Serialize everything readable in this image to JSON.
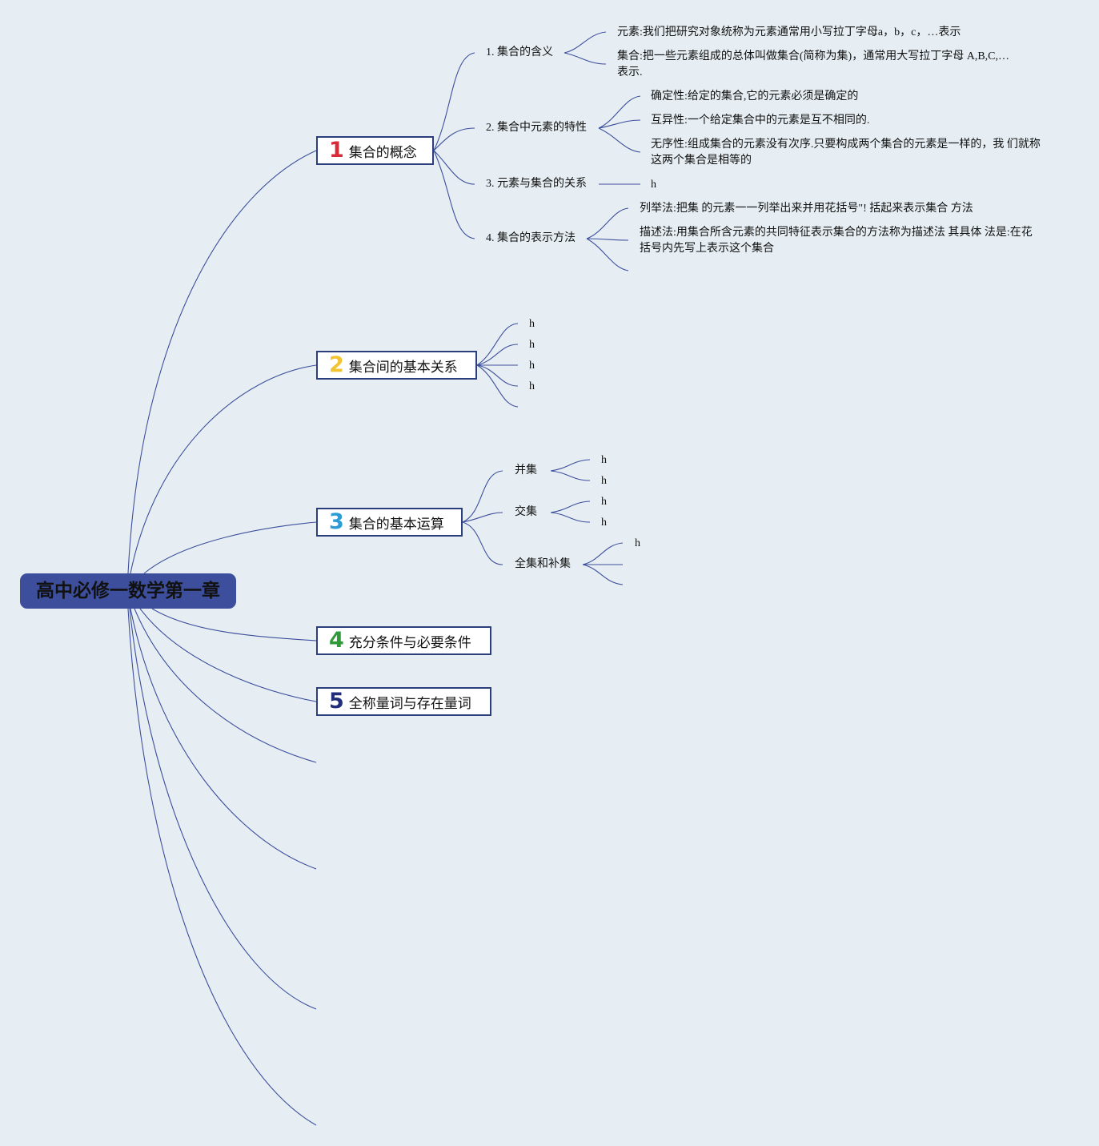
{
  "root": {
    "title": "高中必修一数学第一章"
  },
  "topics": [
    {
      "num": "1",
      "num_color": "#d62c3a",
      "label": "集合的概念"
    },
    {
      "num": "2",
      "num_color": "#f2c431",
      "label": "集合间的基本关系"
    },
    {
      "num": "3",
      "num_color": "#2d9bd6",
      "label": "集合的基本运算"
    },
    {
      "num": "4",
      "num_color": "#2f9a3a",
      "label": "充分条件与必要条件"
    },
    {
      "num": "5",
      "num_color": "#1f2d7a",
      "label": "全称量词与存在量词"
    }
  ],
  "concept": {
    "subtopics": [
      "1. 集合的含义",
      "2. 集合中元素的特性",
      "3. 元素与集合的关系",
      "4. 集合的表示方法"
    ],
    "meaning": [
      "元素:我们把研究对象统称为元素通常用小写拉丁字母a，b，c，…表示",
      "集合:把一些元素组成的总体叫做集合(简称为集)，通常用大写拉丁字母 A,B,C,…表示."
    ],
    "properties": [
      "确定性:给定的集合,它的元素必须是确定的",
      "互异性:一个给定集合中的元素是互不相同的.",
      "无序性:组成集合的元素没有次序.只要构成两个集合的元素是一样的，我 们就称这两个集合是相等的"
    ],
    "relation": [
      "h"
    ],
    "representation": [
      "列举法:把集 的元素一一列举出来并用花括号\"! 括起来表示集合 方法",
      "描述法:用集合所含元素的共同特征表示集合的方法称为描述法 其具体 法是:在花括号内先写上表示这个集合"
    ]
  },
  "relations": {
    "items": [
      "h",
      "h",
      "h",
      "h"
    ]
  },
  "operations": {
    "subtopics": [
      "并集",
      "交集",
      "全集和补集"
    ],
    "union": [
      "h",
      "h"
    ],
    "intersection": [
      "h",
      "h"
    ],
    "complement": [
      "h"
    ]
  },
  "colors": {
    "background": "#e6eef3",
    "root_fill": "#3d4f9c",
    "line": "#3d4f9c",
    "box_border": "#2c3f7d"
  }
}
